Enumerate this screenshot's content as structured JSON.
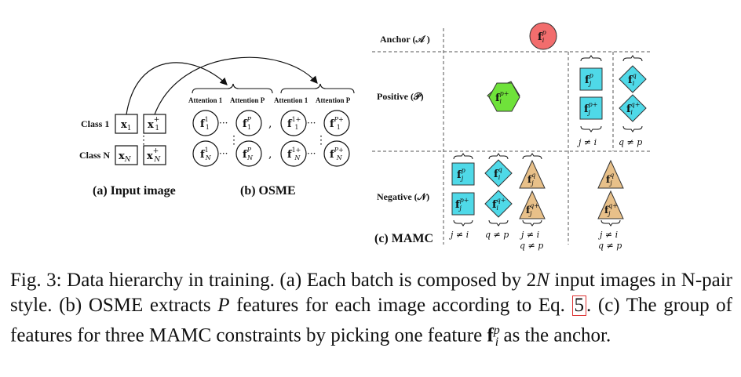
{
  "figure": {
    "input_panel": {
      "class1_label": "Class 1",
      "classN_label": "Class N",
      "x1": "x",
      "x1_sub": "1",
      "x1p_sup": "+",
      "xN_sub": "N",
      "dots": "⋮",
      "caption": "(a) Input image"
    },
    "osme_panel": {
      "att1": "Attention 1",
      "attP": "Attention P",
      "comma": ",",
      "hdots": "···",
      "caption": "(b) OSME",
      "f": "f",
      "sub1": "1",
      "subN": "N",
      "sup1": "1",
      "supP": "P",
      "sup1p": "1+",
      "supPp": "P+"
    },
    "mamc_panel": {
      "anchor_label": "Anchor (𝒜 )",
      "positive_label": "Positive (𝒫)",
      "negative_label": "Negative (𝒩)",
      "caption": "(c) MAMC",
      "anchor_node": {
        "base": "f",
        "sub": "i",
        "sup": "p"
      },
      "pos_hex": {
        "base": "f",
        "sub": "i",
        "sup": "p+"
      },
      "pos_sq1": {
        "base": "f",
        "sub": "j",
        "sup": "p"
      },
      "pos_sq2": {
        "base": "f",
        "sub": "j",
        "sup": "p+"
      },
      "pos_dm1": {
        "base": "f",
        "sub": "i",
        "sup": "q"
      },
      "pos_dm2": {
        "base": "f",
        "sub": "i",
        "sup": "q+"
      },
      "neg_sq1": {
        "base": "f",
        "sub": "j",
        "sup": "p"
      },
      "neg_sq2": {
        "base": "f",
        "sub": "j",
        "sup": "p+"
      },
      "neg_dm1": {
        "base": "f",
        "sub": "i",
        "sup": "q"
      },
      "neg_dm2": {
        "base": "f",
        "sub": "i",
        "sup": "q+"
      },
      "neg_tr1": {
        "base": "f",
        "sub": "j",
        "sup": "q"
      },
      "neg_tr2": {
        "base": "f",
        "sub": "j",
        "sup": "q+"
      },
      "neg_tr3": {
        "base": "f",
        "sub": "j",
        "sup": "q"
      },
      "neg_tr4": {
        "base": "f",
        "sub": "j",
        "sup": "q+"
      },
      "cond_j_ne_i": "j ≠ i",
      "cond_q_ne_p": "q ≠ p"
    },
    "colors": {
      "anchor": "#f26d6d",
      "hexagon": "#6fe23a",
      "square": "#4fd9e8",
      "diamond": "#4fd9e8",
      "triangle": "#e8c089",
      "ref_box": "#dd3333"
    }
  },
  "caption": {
    "prefix": "Fig. 3:",
    "part1": " Data hierarchy in training. (a) Each batch is composed by 2",
    "N": "N",
    "part2": " input images in N-pair style. (b) OSME extracts ",
    "P": "P",
    "part3": " features for each image according to Eq. ",
    "eq_ref": "5",
    "part4": ". (c) The group of features for three MAMC constraints by picking one feature ",
    "f": "f",
    "f_sub": "i",
    "f_sup": "p",
    "part5": " as the anchor."
  }
}
